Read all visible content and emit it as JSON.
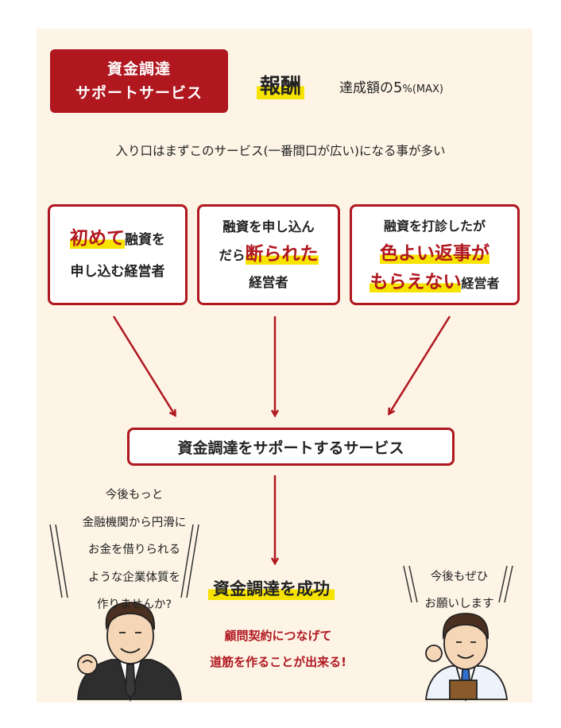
{
  "title": {
    "line1": "資金調達",
    "line2": "サポートサービス"
  },
  "reward": {
    "label": "報酬",
    "prefix": "達成額の",
    "rate": "5",
    "unit": "%",
    "suffix": "(MAX)"
  },
  "entry_note": "入り口はまずこのサービス(一番間口が広い)になる事が多い",
  "cards": [
    {
      "hl": "初めて",
      "rest1": "融資を",
      "line2": "申し込む経営者"
    },
    {
      "line1": "融資を申し込ん",
      "pre": "だら",
      "hl": "断られた",
      "line3": "経営者"
    },
    {
      "line1": "融資を打診したが",
      "hl1": "色よい返事が",
      "hl2": "もらえない",
      "tail": "経営者"
    }
  ],
  "center": "資金調達をサポートするサービス",
  "left_quote": [
    "今後もっと",
    "金融機関から円滑に",
    "お金を借りられる",
    "ような企業体質を",
    "作りませんか?"
  ],
  "right_quote": [
    "今後もぜひ",
    "お願いします"
  ],
  "success": "資金調達を成功",
  "success_sub": [
    "顧問契約につなげて",
    "道筋を作ることが出来る!"
  ],
  "colors": {
    "accent": "#b0171f",
    "highlight": "#f7e300",
    "panel": "#fdf4e6"
  }
}
